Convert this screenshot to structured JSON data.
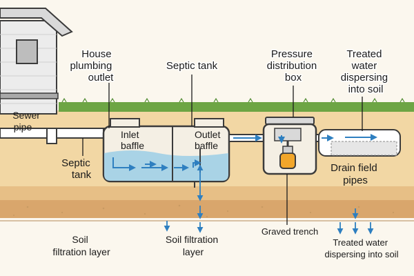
{
  "labels": {
    "house_outlet": [
      "House",
      "plumbing",
      "outlet"
    ],
    "septic_top": "Septic tank",
    "pressure_box": [
      "Pressure",
      "distribution",
      "box"
    ],
    "treated_top": [
      "Treated",
      "water",
      "dispersing",
      "into soil"
    ],
    "sewer_pipe": [
      "Sewer",
      "pipe"
    ],
    "inlet_baffle": [
      "Inlet",
      "baffle"
    ],
    "outlet_baffle": [
      "Outlet",
      "baffle"
    ],
    "septic_side": [
      "Septic",
      "tank"
    ],
    "drain_field": [
      "Drain field",
      "pipes"
    ],
    "soil_left": [
      "Soil",
      "filtration layer"
    ],
    "soil_center": [
      "Soil  filtration",
      "layer"
    ],
    "gravel_trench": "Graved trench",
    "treated_bottom": [
      "Treated water",
      "dispersing into soil"
    ]
  },
  "colors": {
    "sky": "#fbf7ee",
    "grass": "#6da544",
    "soil_top": "#f2d7a4",
    "soil_mid": "#e7bf86",
    "soil_dark": "#d9a66c",
    "soil_bottom": "#ecd6b2",
    "water": "#a9d3e6",
    "flow_arrow": "#2e7fc0",
    "pipe": "#ffffff",
    "outline": "#3b3b3b"
  }
}
